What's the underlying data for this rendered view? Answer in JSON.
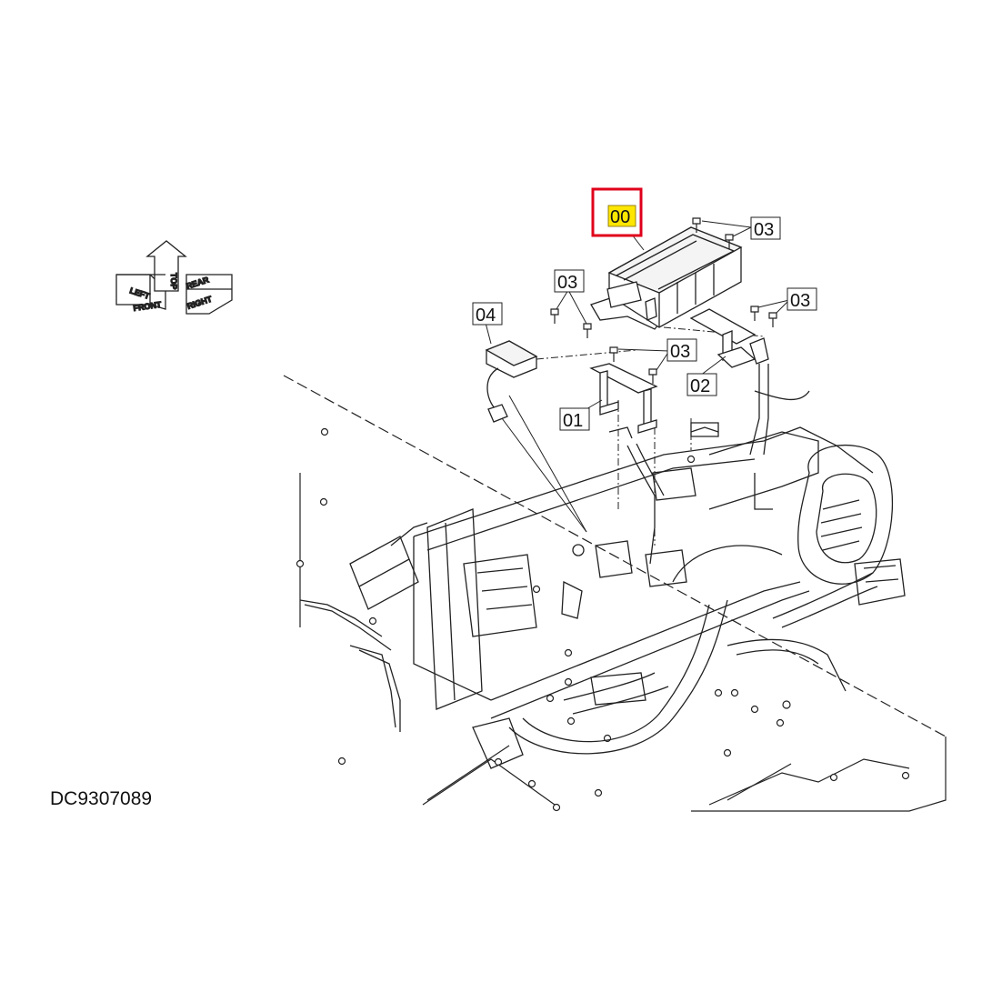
{
  "document_code": "DC9307089",
  "orientation_marker": {
    "front": "FRONT",
    "left": "LEFT",
    "top": "TOP",
    "rear": "REAR",
    "right": "RIGHT"
  },
  "callouts": {
    "main_unit": "00",
    "bracket_01": "01",
    "bracket_02": "02",
    "bolts_main": "03",
    "bolts_left": "03",
    "bolts_right": "03",
    "bolts_center": "03",
    "module_04": "04"
  },
  "highlight": {
    "callout": "00",
    "fill_color": "#ffe600",
    "border_color": "#e0001b"
  }
}
